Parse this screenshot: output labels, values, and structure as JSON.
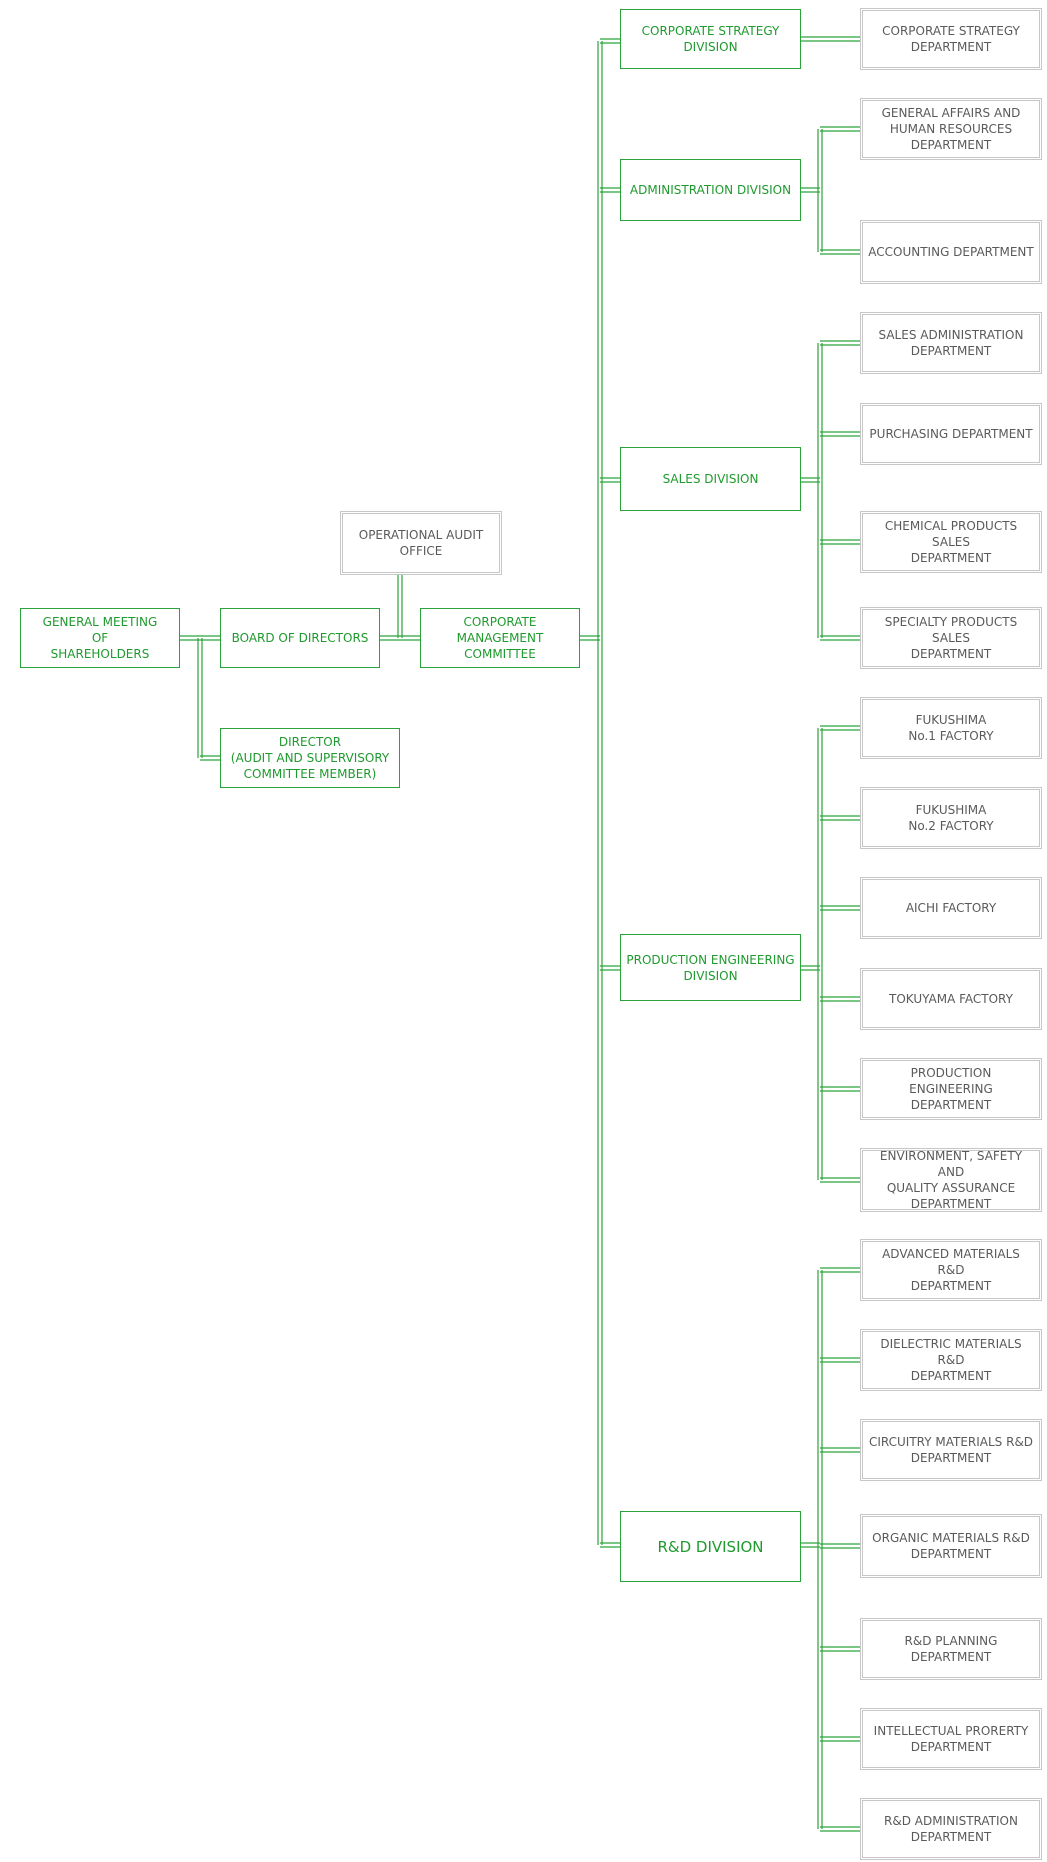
{
  "colors": {
    "accent": "#2aa33a",
    "dept_border": "#c7c7c7",
    "dept_text": "#5a5a5a"
  },
  "nodes": {
    "shareholders": "GENERAL MEETING\nOF\nSHAREHOLDERS",
    "board": "BOARD OF DIRECTORS",
    "director": "DIRECTOR\n(AUDIT AND SUPERVISORY\nCOMMITTEE MEMBER)",
    "audit_office": "OPERATIONAL AUDIT\nOFFICE",
    "management_committee": "CORPORATE\nMANAGEMENT\nCOMMITTEE"
  },
  "divisions": [
    {
      "label": "CORPORATE STRATEGY\nDIVISION",
      "departments": [
        "CORPORATE STRATEGY\nDEPARTMENT"
      ]
    },
    {
      "label": "ADMINISTRATION DIVISION",
      "departments": [
        "GENERAL AFFAIRS AND\nHUMAN RESOURCES\nDEPARTMENT",
        "ACCOUNTING DEPARTMENT"
      ]
    },
    {
      "label": "SALES DIVISION",
      "departments": [
        "SALES ADMINISTRATION\nDEPARTMENT",
        "PURCHASING DEPARTMENT",
        "CHEMICAL PRODUCTS SALES\nDEPARTMENT",
        "SPECIALTY PRODUCTS SALES\nDEPARTMENT"
      ]
    },
    {
      "label": "PRODUCTION ENGINEERING\nDIVISION",
      "departments": [
        "FUKUSHIMA\nNo.1 FACTORY",
        "FUKUSHIMA\nNo.2 FACTORY",
        "AICHI FACTORY",
        "TOKUYAMA FACTORY",
        "PRODUCTION ENGINEERING\nDEPARTMENT",
        "ENVIRONMENT, SAFETY AND\nQUALITY ASSURANCE\nDEPARTMENT"
      ]
    },
    {
      "label": "R&D DIVISION",
      "departments": [
        "ADVANCED MATERIALS R&D\nDEPARTMENT",
        "DIELECTRIC MATERIALS R&D\nDEPARTMENT",
        "CIRCUITRY MATERIALS R&D\nDEPARTMENT",
        "ORGANIC MATERIALS R&D\nDEPARTMENT",
        "R&D PLANNING\nDEPARTMENT",
        "INTELLECTUAL PRORERTY\nDEPARTMENT",
        "R&D ADMINISTRATION\nDEPARTMENT"
      ]
    }
  ]
}
